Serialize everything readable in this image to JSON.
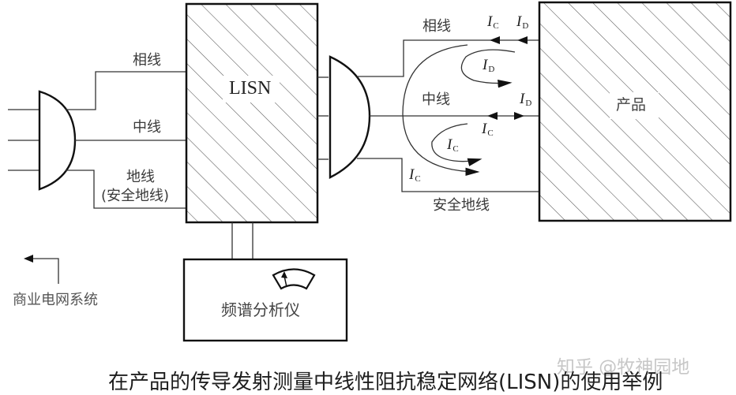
{
  "diagram": {
    "title": "在产品的传导发射测量中线性阻抗稳定网络(LISN)的使用举例",
    "watermark": "知乎 @牧神园地",
    "blocks": {
      "lisn": "LISN",
      "product": "产品",
      "spectrum_analyzer": "频谱分析仪",
      "commercial_grid": "商业电网系统"
    },
    "left_side_labels": {
      "phase": "相线",
      "neutral": "中线",
      "ground": "地线",
      "ground_note": "(安全地线)"
    },
    "right_side_labels": {
      "phase": "相线",
      "neutral": "中线",
      "safety_ground": "安全地线"
    },
    "currents": {
      "common_mode": {
        "symbol": "I",
        "subscript": "C"
      },
      "differential_mode": {
        "symbol": "I",
        "subscript": "D"
      }
    },
    "colors": {
      "line": "#222222",
      "hatch": "#555555",
      "text": "#3a3a3a",
      "watermark": "#c7c7c7"
    }
  }
}
